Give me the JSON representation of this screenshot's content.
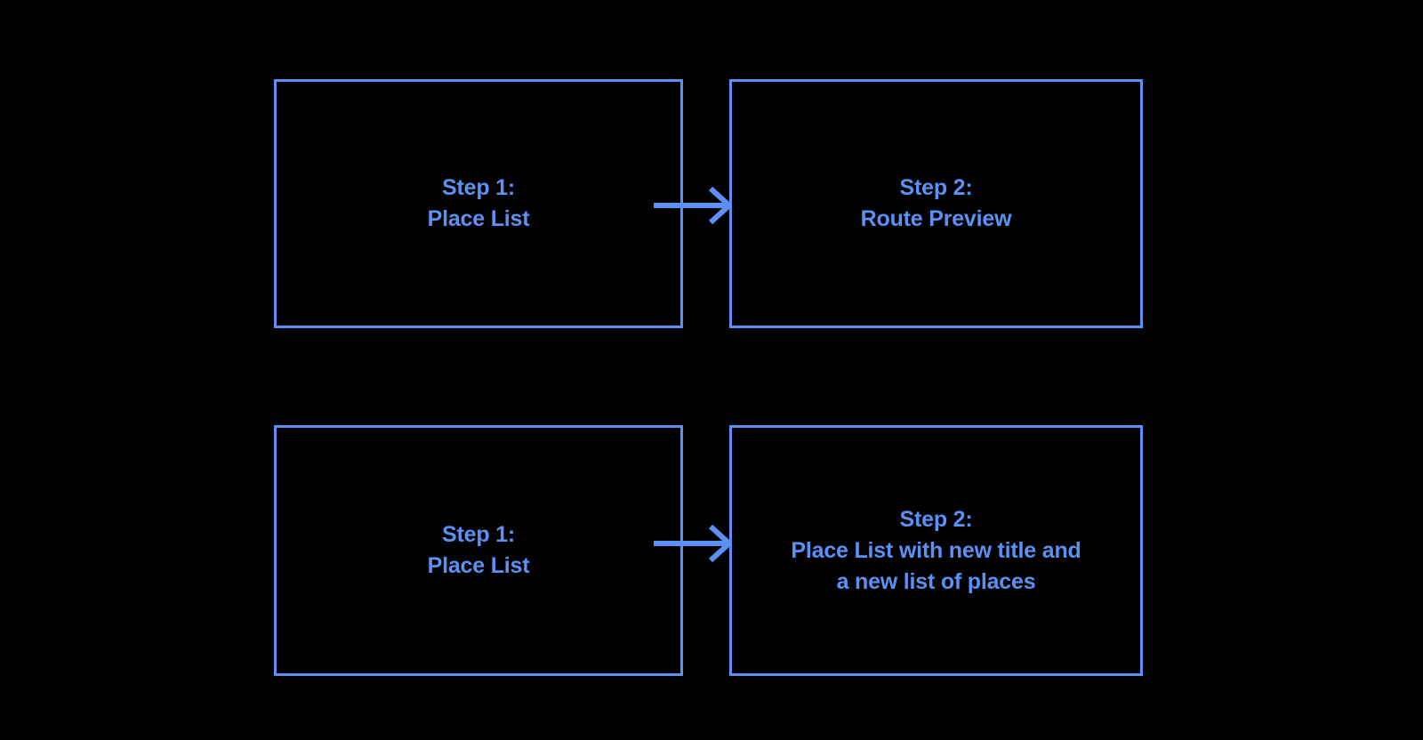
{
  "diagram": {
    "background_color": "#000000",
    "accent_color": "#5b90f5",
    "flows": [
      {
        "id": "route-preview-flow",
        "steps": [
          {
            "id": "r1c1",
            "label": "Step 1:\nPlace List"
          },
          {
            "id": "r1c2",
            "label": "Step 2:\nRoute Preview"
          }
        ],
        "connector": {
          "icon": "arrow-right-icon"
        }
      },
      {
        "id": "place-list-update-flow",
        "steps": [
          {
            "id": "r2c1",
            "label": "Step 1:\nPlace List"
          },
          {
            "id": "r2c2",
            "label": "Step 2:\nPlace List with new title and\na new list of places"
          }
        ],
        "connector": {
          "icon": "arrow-right-icon"
        }
      }
    ]
  }
}
